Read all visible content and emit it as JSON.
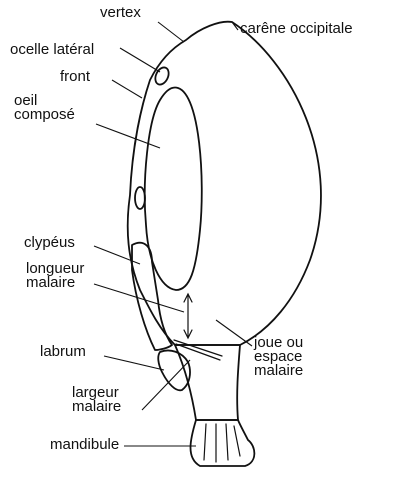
{
  "labels": {
    "vertex": "vertex",
    "carene_occipitale": "carêne occipitale",
    "ocelle_lateral": "ocelle latéral",
    "front": "front",
    "oeil_compose": "oeil\ncomposé",
    "clypeus": "clypéus",
    "longueur_malaire": "longueur\nmalaire",
    "joue_ou_espace_malaire": "joue ou\nespace\nmalaire",
    "labrum": "labrum",
    "largeur_malaire": "largeur\nmalaire",
    "mandibule": "mandibule"
  },
  "colors": {
    "ink": "#111111",
    "background": "#ffffff"
  }
}
